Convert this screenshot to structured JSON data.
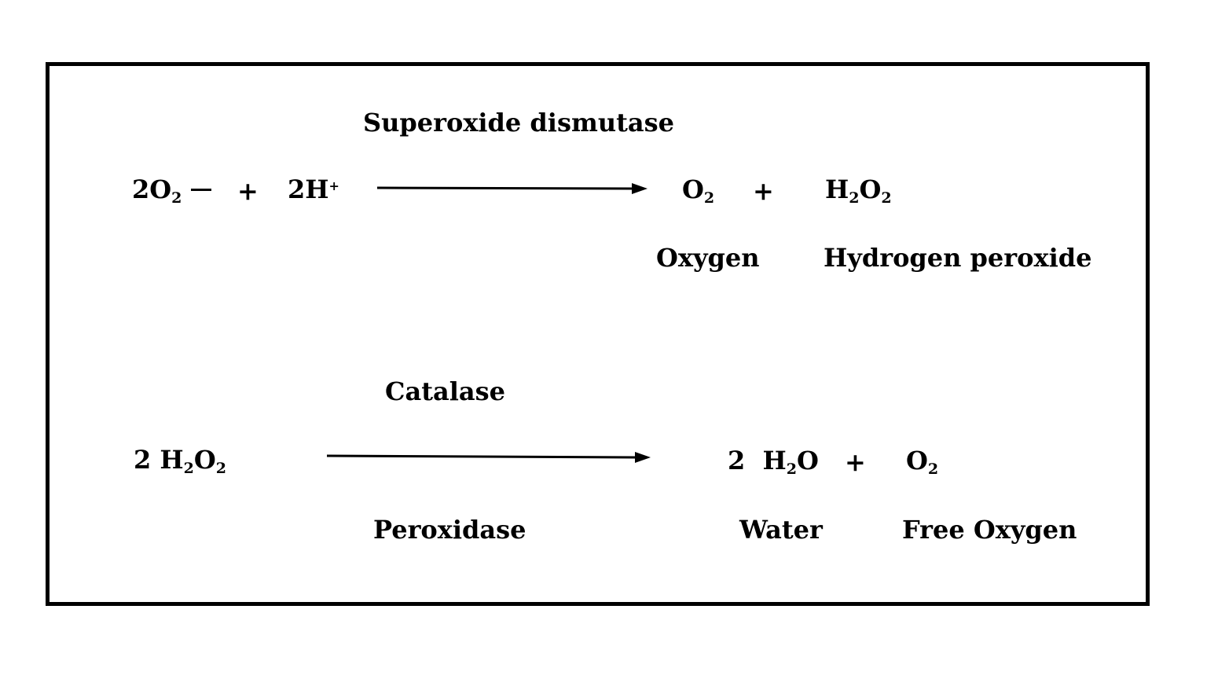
{
  "reaction1": {
    "enzyme": "Superoxide dismutase",
    "reactant1": {
      "coef": "2",
      "formula": "O",
      "sub": "2"
    },
    "plus1": "+",
    "reactant2": {
      "coef": "2",
      "formula": "H",
      "sup": "+"
    },
    "product1": {
      "formula": "O",
      "sub": "2"
    },
    "plus2": "+",
    "product2": {
      "f1": "H",
      "s1": "2",
      "f2": "O",
      "s2": "2"
    },
    "product1_label": "Oxygen",
    "product2_label": "Hydrogen peroxide"
  },
  "reaction2": {
    "enzyme_top": "Catalase",
    "enzyme_bottom": "Peroxidase",
    "reactant": {
      "coef": "2",
      "f1": "H",
      "s1": "2",
      "f2": "O",
      "s2": "2"
    },
    "product1": {
      "coef": "2",
      "f1": "H",
      "s1": "2",
      "f2": "O"
    },
    "plus": "+",
    "product2": {
      "formula": "O",
      "sub": "2"
    },
    "product1_label": "Water",
    "product2_label": "Free Oxygen"
  },
  "colors": {
    "ink": "#000000",
    "background": "#ffffff"
  }
}
